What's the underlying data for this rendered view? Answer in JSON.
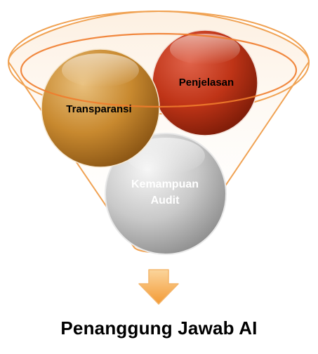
{
  "diagram": {
    "circles": [
      {
        "id": "transparansi",
        "label": "Transparansi",
        "color": "#b97a2c"
      },
      {
        "id": "penjelasan",
        "label": "Penjelasan",
        "color": "#b8321b"
      },
      {
        "id": "kemampuan-audit",
        "label_line1": "Kemampuan",
        "label_line2": "Audit",
        "color": "#b5b5b5"
      }
    ],
    "funnel_color": "#f0a253",
    "arrow_color": "#f4a64d",
    "result": "Penanggung Jawab AI"
  }
}
